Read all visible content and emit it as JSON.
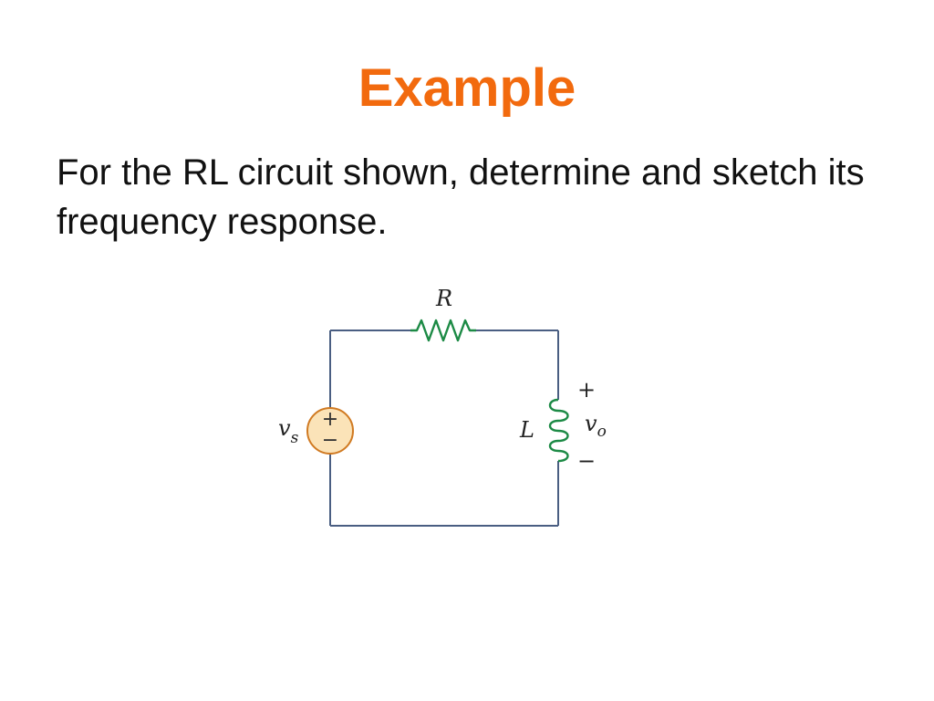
{
  "slide": {
    "title": "Example",
    "body": "For the RL circuit shown, determine and sketch its frequency response."
  },
  "circuit": {
    "labels": {
      "resistor": "R",
      "inductor": "L",
      "source_main": "v",
      "source_sub": "s",
      "output_main": "v",
      "output_sub": "o",
      "output_plus": "+",
      "output_minus": "−",
      "source_plus": "+",
      "source_minus": "−"
    },
    "colors": {
      "title": "#f26a0e",
      "wire": "#4a5e82",
      "component": "#1c8a45",
      "source_fill": "#fbe3b8",
      "source_stroke": "#d07a22"
    }
  }
}
